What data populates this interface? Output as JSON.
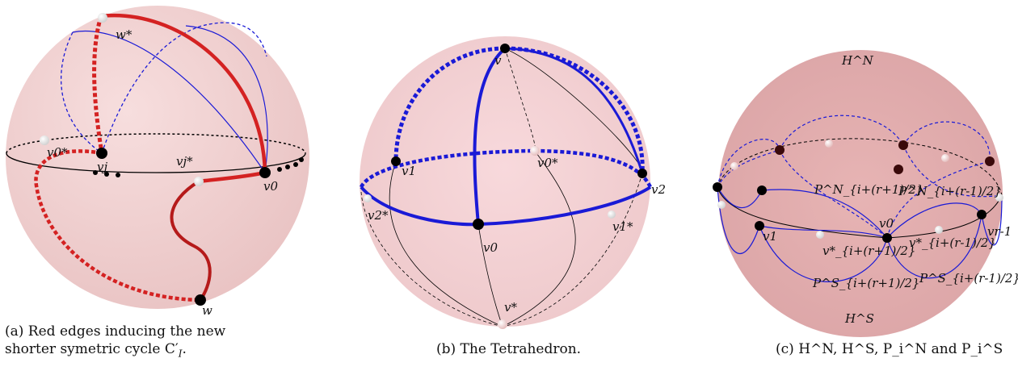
{
  "panels": [
    {
      "id": "a",
      "caption_line1": "(a) Red edges inducing the new",
      "caption_line2": "shorter symetric cycle C′",
      "caption_sub": "I",
      "caption_end": ".",
      "labels": {
        "w_star": "w*",
        "v0_star": "v0*",
        "vj": "vj",
        "vj_star": "vj*",
        "v0": "v0",
        "w": "w"
      }
    },
    {
      "id": "b",
      "caption": "(b) The Tetrahedron.",
      "labels": {
        "v": "v",
        "v1": "v1",
        "v0_star": "v0*",
        "v2": "v2",
        "v2_star": "v2*",
        "v1_star": "v1*",
        "v0": "v0",
        "v_star": "v*"
      }
    },
    {
      "id": "c",
      "caption": "(c) H^N, H^S, P_i^N and P_i^S",
      "labels": {
        "HN": "H^N",
        "HS": "H^S",
        "PN_plus": "P^N_{i+(r+1)/2}",
        "PN_minus": "P^N_{i+(r-1)/2}",
        "PS_plus": "P^S_{i+(r+1)/2}",
        "PS_minus": "P^S_{i+(r-1)/2}",
        "v1": "v1",
        "v0": "v0",
        "vr1": "vr-1",
        "v_plus_star": "v*_{i+(r+1)/2}",
        "v_minus_star": "v*_{i+(r-1)/2}"
      }
    }
  ],
  "colors": {
    "red": "#d42222",
    "blue": "#1a1ad6",
    "black": "#000000",
    "sphere": "#f1c8c8"
  }
}
